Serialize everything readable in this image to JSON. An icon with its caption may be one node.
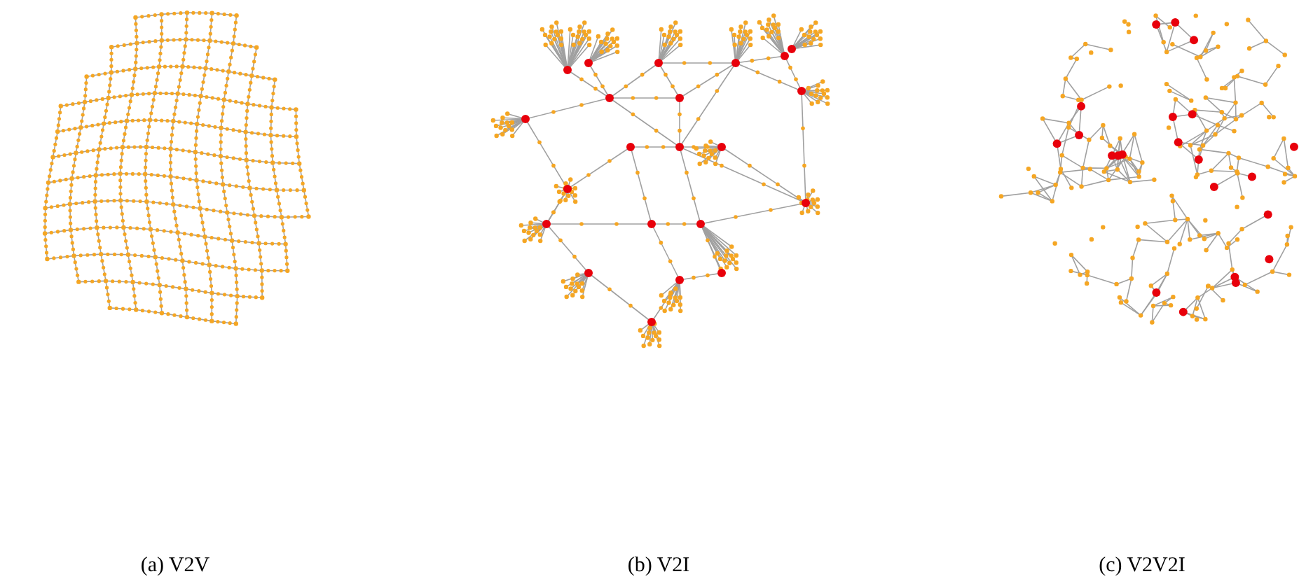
{
  "diagram": {
    "labels": [
      "(a) V2V",
      "(b) V2I",
      "(c) V2V2I"
    ]
  }
}
